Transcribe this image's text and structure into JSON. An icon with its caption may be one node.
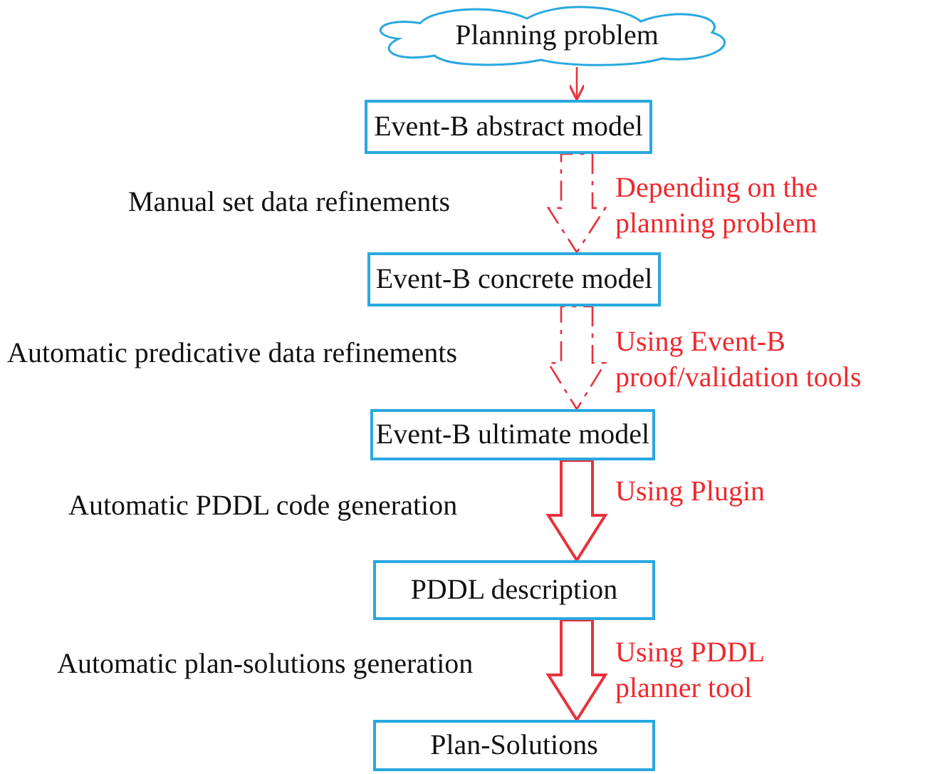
{
  "diagram": {
    "nodes": [
      {
        "text": [
          "Planning problem"
        ]
      },
      {
        "text": [
          "Event-B abstract model"
        ]
      },
      {
        "text": [
          "Event-B concrete model"
        ]
      },
      {
        "text": [
          "Event-B ultimate model"
        ]
      },
      {
        "text": [
          "PDDL description"
        ]
      },
      {
        "text": [
          "Plan-Solutions"
        ]
      }
    ],
    "edges": [
      {
        "from": 0,
        "to": 1,
        "arrow": "to"
      },
      {
        "from": 1,
        "to": 2,
        "arrow": "to",
        "label": "Manual set data refinements",
        "style": "dashed"
      },
      {
        "from": 2,
        "to": 3,
        "arrow": "to",
        "label": "Automatic predicative data refinements",
        "style": "dashed"
      },
      {
        "from": 3,
        "to": 4,
        "arrow": "to",
        "label": "Automatic PDDL code generation",
        "style": "thick"
      },
      {
        "from": 4,
        "to": 5,
        "arrow": "to",
        "label": "Automatic plan-solutions generation",
        "style": "thick"
      }
    ],
    "labels": [
      "Depending on the planning problem",
      "Using Event-B proof/validation tools",
      "Using Plugin",
      "Using PDDL planner tool"
    ]
  }
}
